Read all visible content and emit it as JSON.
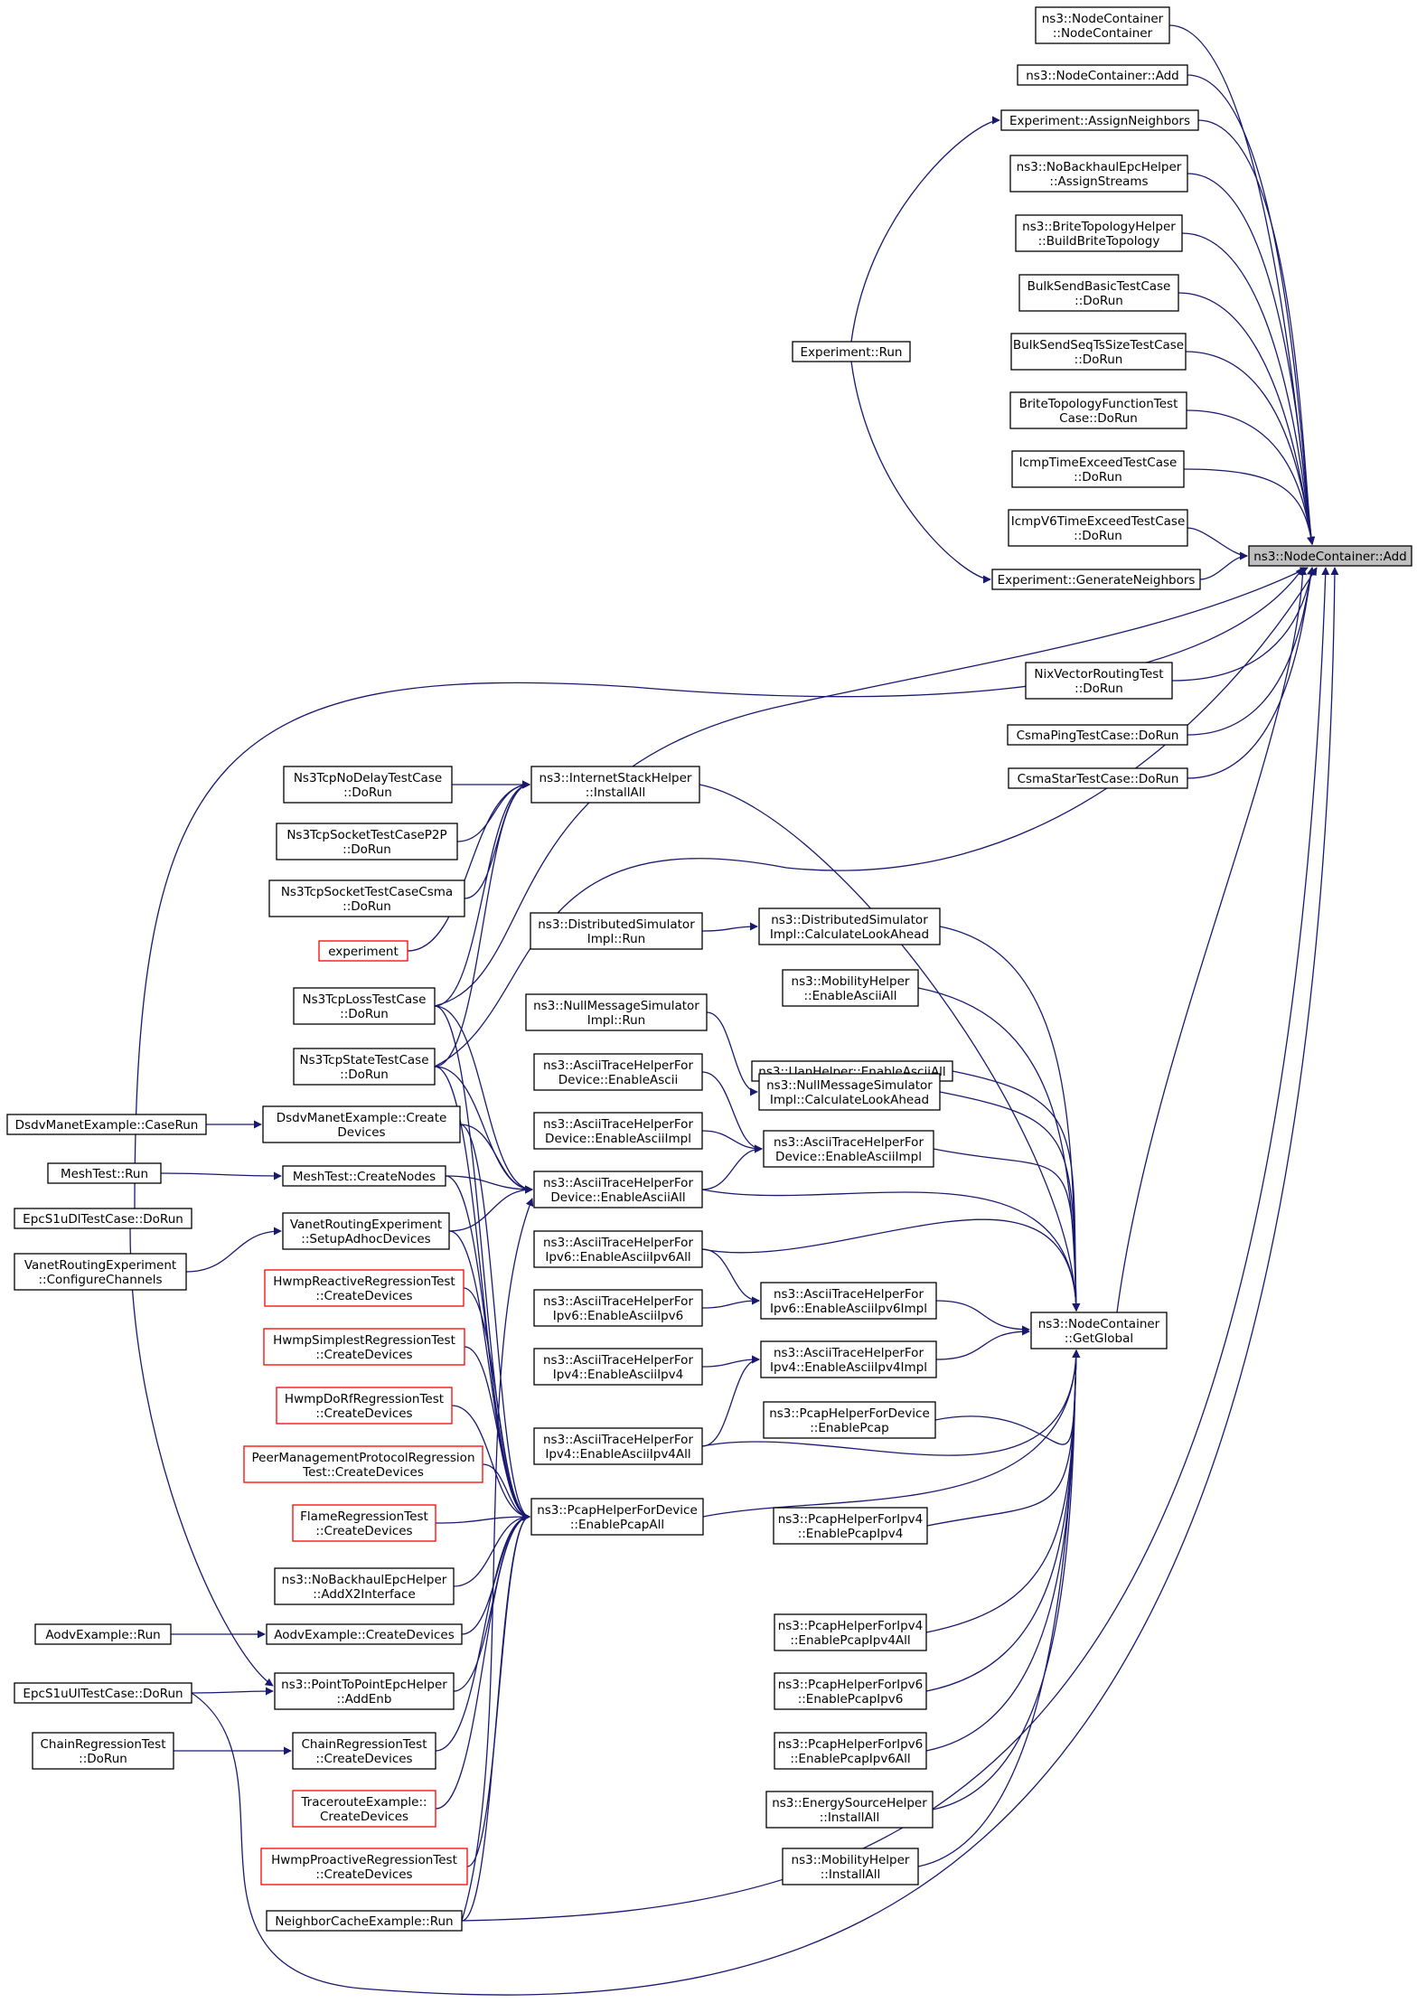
{
  "nodes": [
    {
      "id": "nc_ctor",
      "lines": [
        "ns3::NodeContainer",
        "::NodeContainer"
      ]
    },
    {
      "id": "nc_add2",
      "lines": [
        "ns3::NodeContainer::Add"
      ]
    },
    {
      "id": "exp_assign",
      "lines": [
        "Experiment::AssignNeighbors"
      ]
    },
    {
      "id": "nobh_assign",
      "lines": [
        "ns3::NoBackhaulEpcHelper",
        "::AssignStreams"
      ]
    },
    {
      "id": "brite_build",
      "lines": [
        "ns3::BriteTopologyHelper",
        "::BuildBriteTopology"
      ]
    },
    {
      "id": "bulk_basic",
      "lines": [
        "BulkSendBasicTestCase",
        "::DoRun"
      ]
    },
    {
      "id": "bulk_seq",
      "lines": [
        "BulkSendSeqTsSizeTestCase",
        "::DoRun"
      ]
    },
    {
      "id": "brite_func",
      "lines": [
        "BriteTopologyFunctionTest",
        "Case::DoRun"
      ]
    },
    {
      "id": "icmp_te",
      "lines": [
        "IcmpTimeExceedTestCase",
        "::DoRun"
      ]
    },
    {
      "id": "icmpv6_te",
      "lines": [
        "IcmpV6TimeExceedTestCase",
        "::DoRun"
      ]
    },
    {
      "id": "exp_run",
      "lines": [
        "Experiment::Run"
      ]
    },
    {
      "id": "exp_gen",
      "lines": [
        "Experiment::GenerateNeighbors"
      ]
    },
    {
      "id": "nc_add",
      "lines": [
        "ns3::NodeContainer::Add"
      ]
    },
    {
      "id": "nix",
      "lines": [
        "NixVectorRoutingTest",
        "::DoRun"
      ]
    },
    {
      "id": "csma_ping",
      "lines": [
        "CsmaPingTestCase::DoRun"
      ]
    },
    {
      "id": "csma_star",
      "lines": [
        "CsmaStarTestCase::DoRun"
      ]
    },
    {
      "id": "ns3tcp_nodelay",
      "lines": [
        "Ns3TcpNoDelayTestCase",
        "::DoRun"
      ]
    },
    {
      "id": "ish_installall",
      "lines": [
        "ns3::InternetStackHelper",
        "::InstallAll"
      ]
    },
    {
      "id": "ns3tcp_p2p",
      "lines": [
        "Ns3TcpSocketTestCaseP2P",
        "::DoRun"
      ]
    },
    {
      "id": "ns3tcp_csma",
      "lines": [
        "Ns3TcpSocketTestCaseCsma",
        "::DoRun"
      ]
    },
    {
      "id": "experiment",
      "lines": [
        "experiment"
      ]
    },
    {
      "id": "ds_run",
      "lines": [
        "ns3::DistributedSimulator",
        "Impl::Run"
      ]
    },
    {
      "id": "ds_calc",
      "lines": [
        "ns3::DistributedSimulator",
        "Impl::CalculateLookAhead"
      ]
    },
    {
      "id": "mob_ascii",
      "lines": [
        "ns3::MobilityHelper",
        "::EnableAsciiAll"
      ]
    },
    {
      "id": "ns3tcp_loss",
      "lines": [
        "Ns3TcpLossTestCase",
        "::DoRun"
      ]
    },
    {
      "id": "nm_run",
      "lines": [
        "ns3::NullMessageSimulator",
        "Impl::Run"
      ]
    },
    {
      "id": "uan_ascii",
      "lines": [
        "ns3::UanHelper::EnableAsciiAll"
      ]
    },
    {
      "id": "ns3tcp_state",
      "lines": [
        "Ns3TcpStateTestCase",
        "::DoRun"
      ]
    },
    {
      "id": "ath_dev_ascii",
      "lines": [
        "ns3::AsciiTraceHelperFor",
        "Device::EnableAscii"
      ]
    },
    {
      "id": "nm_calc",
      "lines": [
        "ns3::NullMessageSimulator",
        "Impl::CalculateLookAhead"
      ]
    },
    {
      "id": "dsdv_caserun",
      "lines": [
        "DsdvManetExample::CaseRun"
      ]
    },
    {
      "id": "dsdv_create",
      "lines": [
        "DsdvManetExample::Create",
        "Devices"
      ]
    },
    {
      "id": "ath_dev_impl_l",
      "lines": [
        "ns3::AsciiTraceHelperFor",
        "Device::EnableAsciiImpl"
      ]
    },
    {
      "id": "ath_dev_impl_r",
      "lines": [
        "ns3::AsciiTraceHelperFor",
        "Device::EnableAsciiImpl"
      ]
    },
    {
      "id": "mesh_run",
      "lines": [
        "MeshTest::Run"
      ]
    },
    {
      "id": "mesh_create",
      "lines": [
        "MeshTest::CreateNodes"
      ]
    },
    {
      "id": "ath_dev_all",
      "lines": [
        "ns3::AsciiTraceHelperFor",
        "Device::EnableAsciiAll"
      ]
    },
    {
      "id": "epc_dl",
      "lines": [
        "EpcS1uDlTestCase::DoRun"
      ]
    },
    {
      "id": "vanet_setup",
      "lines": [
        "VanetRoutingExperiment",
        "::SetupAdhocDevices"
      ]
    },
    {
      "id": "vanet_conf",
      "lines": [
        "VanetRoutingExperiment",
        "::ConfigureChannels"
      ]
    },
    {
      "id": "ath_ipv6_all",
      "lines": [
        "ns3::AsciiTraceHelperFor",
        "Ipv6::EnableAsciiIpv6All"
      ]
    },
    {
      "id": "hwmp_reactive",
      "lines": [
        "HwmpReactiveRegressionTest",
        "::CreateDevices"
      ]
    },
    {
      "id": "ath_ipv6_impl",
      "lines": [
        "ns3::AsciiTraceHelperFor",
        "Ipv6::EnableAsciiIpv6Impl"
      ]
    },
    {
      "id": "ath_ipv6",
      "lines": [
        "ns3::AsciiTraceHelperFor",
        "Ipv6::EnableAsciiIpv6"
      ]
    },
    {
      "id": "nc_getglobal",
      "lines": [
        "ns3::NodeContainer",
        "::GetGlobal"
      ]
    },
    {
      "id": "hwmp_simplest",
      "lines": [
        "HwmpSimplestRegressionTest",
        "::CreateDevices"
      ]
    },
    {
      "id": "ath_ipv4",
      "lines": [
        "ns3::AsciiTraceHelperFor",
        "Ipv4::EnableAsciiIpv4"
      ]
    },
    {
      "id": "ath_ipv4_impl",
      "lines": [
        "ns3::AsciiTraceHelperFor",
        "Ipv4::EnableAsciiIpv4Impl"
      ]
    },
    {
      "id": "hwmp_dorf",
      "lines": [
        "HwmpDoRfRegressionTest",
        "::CreateDevices"
      ]
    },
    {
      "id": "pcap_dev",
      "lines": [
        "ns3::PcapHelperForDevice",
        "::EnablePcap"
      ]
    },
    {
      "id": "ath_ipv4_all",
      "lines": [
        "ns3::AsciiTraceHelperFor",
        "Ipv4::EnableAsciiIpv4All"
      ]
    },
    {
      "id": "peer_mgmt",
      "lines": [
        "PeerManagementProtocolRegression",
        "Test::CreateDevices"
      ]
    },
    {
      "id": "flame",
      "lines": [
        "FlameRegressionTest",
        "::CreateDevices"
      ]
    },
    {
      "id": "pcap_dev_all",
      "lines": [
        "ns3::PcapHelperForDevice",
        "::EnablePcapAll"
      ]
    },
    {
      "id": "pcap_ipv4",
      "lines": [
        "ns3::PcapHelperForIpv4",
        "::EnablePcapIpv4"
      ]
    },
    {
      "id": "nobh_x2",
      "lines": [
        "ns3::NoBackhaulEpcHelper",
        "::AddX2Interface"
      ]
    },
    {
      "id": "aodv_run",
      "lines": [
        "AodvExample::Run"
      ]
    },
    {
      "id": "aodv_create",
      "lines": [
        "AodvExample::CreateDevices"
      ]
    },
    {
      "id": "pcap_ipv4_all",
      "lines": [
        "ns3::PcapHelperForIpv4",
        "::EnablePcapIpv4All"
      ]
    },
    {
      "id": "epc_ul",
      "lines": [
        "EpcS1uUlTestCase::DoRun"
      ]
    },
    {
      "id": "p2p_epc",
      "lines": [
        "ns3::PointToPointEpcHelper",
        "::AddEnb"
      ]
    },
    {
      "id": "pcap_ipv6",
      "lines": [
        "ns3::PcapHelperForIpv6",
        "::EnablePcapIpv6"
      ]
    },
    {
      "id": "chain_dorun",
      "lines": [
        "ChainRegressionTest",
        "::DoRun"
      ]
    },
    {
      "id": "chain_create",
      "lines": [
        "ChainRegressionTest",
        "::CreateDevices"
      ]
    },
    {
      "id": "pcap_ipv6_all",
      "lines": [
        "ns3::PcapHelperForIpv6",
        "::EnablePcapIpv6All"
      ]
    },
    {
      "id": "traceroute",
      "lines": [
        "TracerouteExample::",
        "CreateDevices"
      ]
    },
    {
      "id": "energy",
      "lines": [
        "ns3::EnergySourceHelper",
        "::InstallAll"
      ]
    },
    {
      "id": "hwmp_proactive",
      "lines": [
        "HwmpProactiveRegressionTest",
        "::CreateDevices"
      ]
    },
    {
      "id": "mob_install",
      "lines": [
        "ns3::MobilityHelper",
        "::InstallAll"
      ]
    },
    {
      "id": "neighbor",
      "lines": [
        "NeighborCacheExample::Run"
      ]
    }
  ]
}
